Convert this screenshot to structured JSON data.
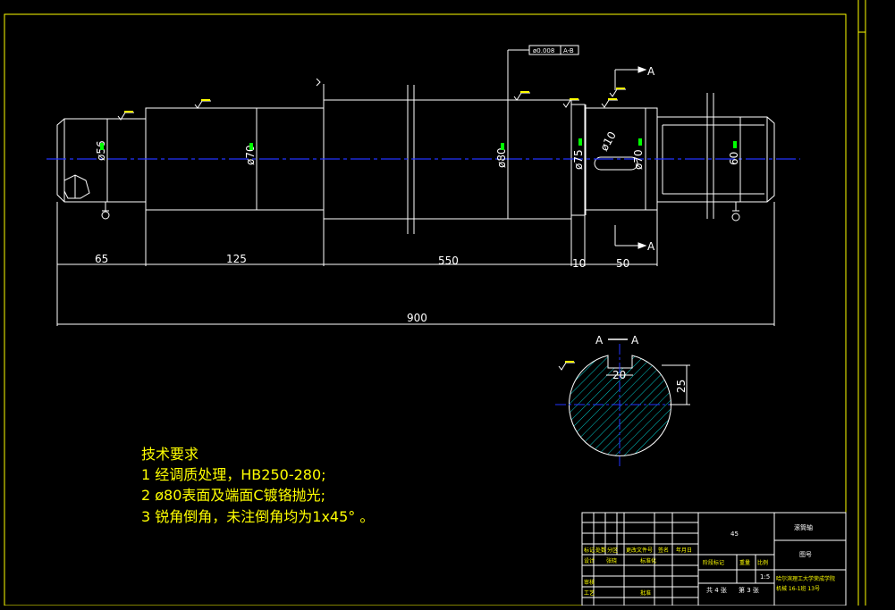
{
  "drawing": {
    "dimensions": {
      "d56": "ø56",
      "d70": "ø70",
      "d80": "ø80",
      "d75": "ø75",
      "d70b": "ø70",
      "d10": "ø10",
      "d60": "60",
      "len65": "65",
      "len125": "125",
      "len550": "550",
      "len10": "10",
      "len50": "50",
      "len900": "900",
      "key20": "20",
      "key25": "25"
    },
    "section_labels": {
      "a_top": "A",
      "a_bottom": "A",
      "section_title_left": "A",
      "section_title_right": "A"
    },
    "tolerance_frame": {
      "left": "ø0.008",
      "right": "A-B"
    }
  },
  "tech_requirements": {
    "title": "技术要求",
    "items": [
      "1 经调质处理，HB250-280;",
      "2 ø80表面及端面C镀铬抛光;",
      "3 锐角倒角，未注倒角均为1x45° 。"
    ]
  },
  "title_block": {
    "material": "45",
    "part_name": "滚筒轴",
    "drawing_no": "图号",
    "scale": "1:5",
    "sheet_total": "共 4 张",
    "sheet_no": "第 3 张",
    "school_line1": "哈尔滨理工大学荣成学院",
    "school_line2": "机械 16-1班  13号",
    "header_cells": [
      "标记",
      "处数",
      "分区",
      "更改文件号",
      "签名",
      "年月日"
    ],
    "row_labels": [
      "设计",
      "审核",
      "工艺"
    ],
    "designer": "张晓",
    "standardize": "标准化",
    "approve": "批准",
    "stage_labels": [
      "阶段标记",
      "重量",
      "比例"
    ]
  }
}
